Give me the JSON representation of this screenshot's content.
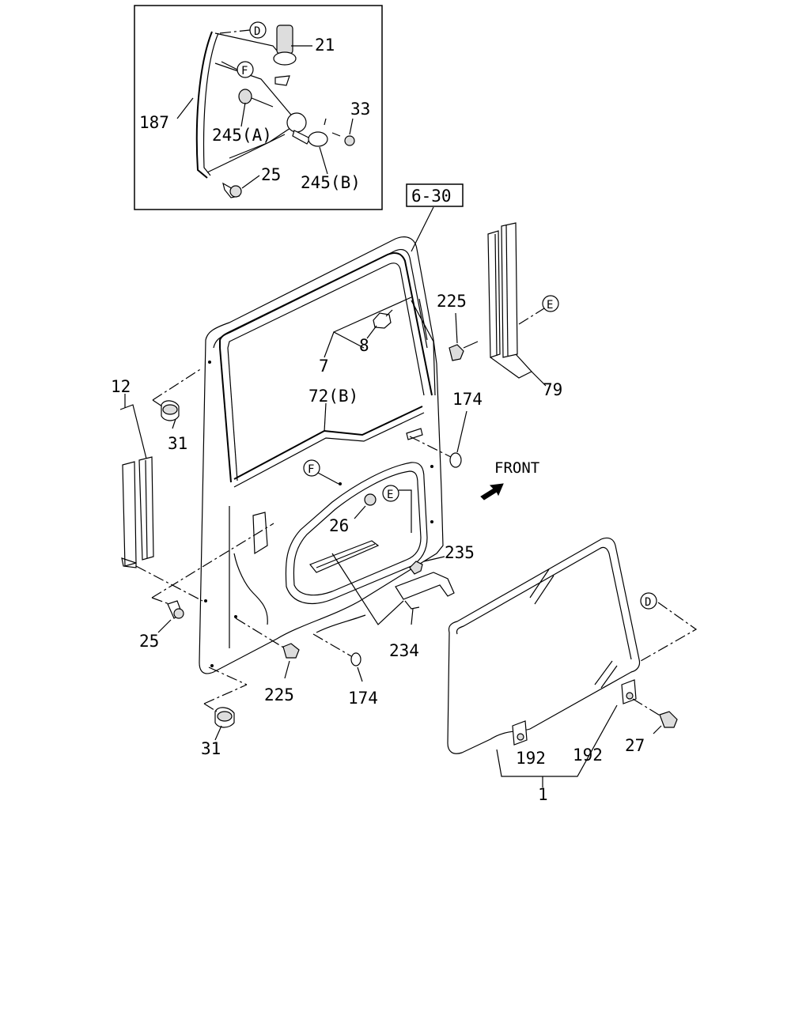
{
  "callouts": {
    "c21": "21",
    "c187": "187",
    "c33": "33",
    "c245a": "245(A)",
    "c245b": "245(B)",
    "c25_inset": "25",
    "c6_30": "6-30",
    "c225_top": "225",
    "c8": "8",
    "c7": "7",
    "c79": "79",
    "c12": "12",
    "c72b": "72(B)",
    "c174_top": "174",
    "c31_top": "31",
    "c26": "26",
    "c235": "235",
    "c25_left": "25",
    "c234": "234",
    "c225_bottom": "225",
    "c174_bottom": "174",
    "c31_bottom": "31",
    "c192_left": "192",
    "c192_right": "192",
    "c27": "27",
    "c1": "1"
  },
  "circled_refs": {
    "d_top": "D",
    "f_top": "F",
    "e_right": "E",
    "f_door": "F",
    "e_door": "E",
    "d_glass": "D"
  },
  "direction": {
    "front_label": "FRONT"
  }
}
